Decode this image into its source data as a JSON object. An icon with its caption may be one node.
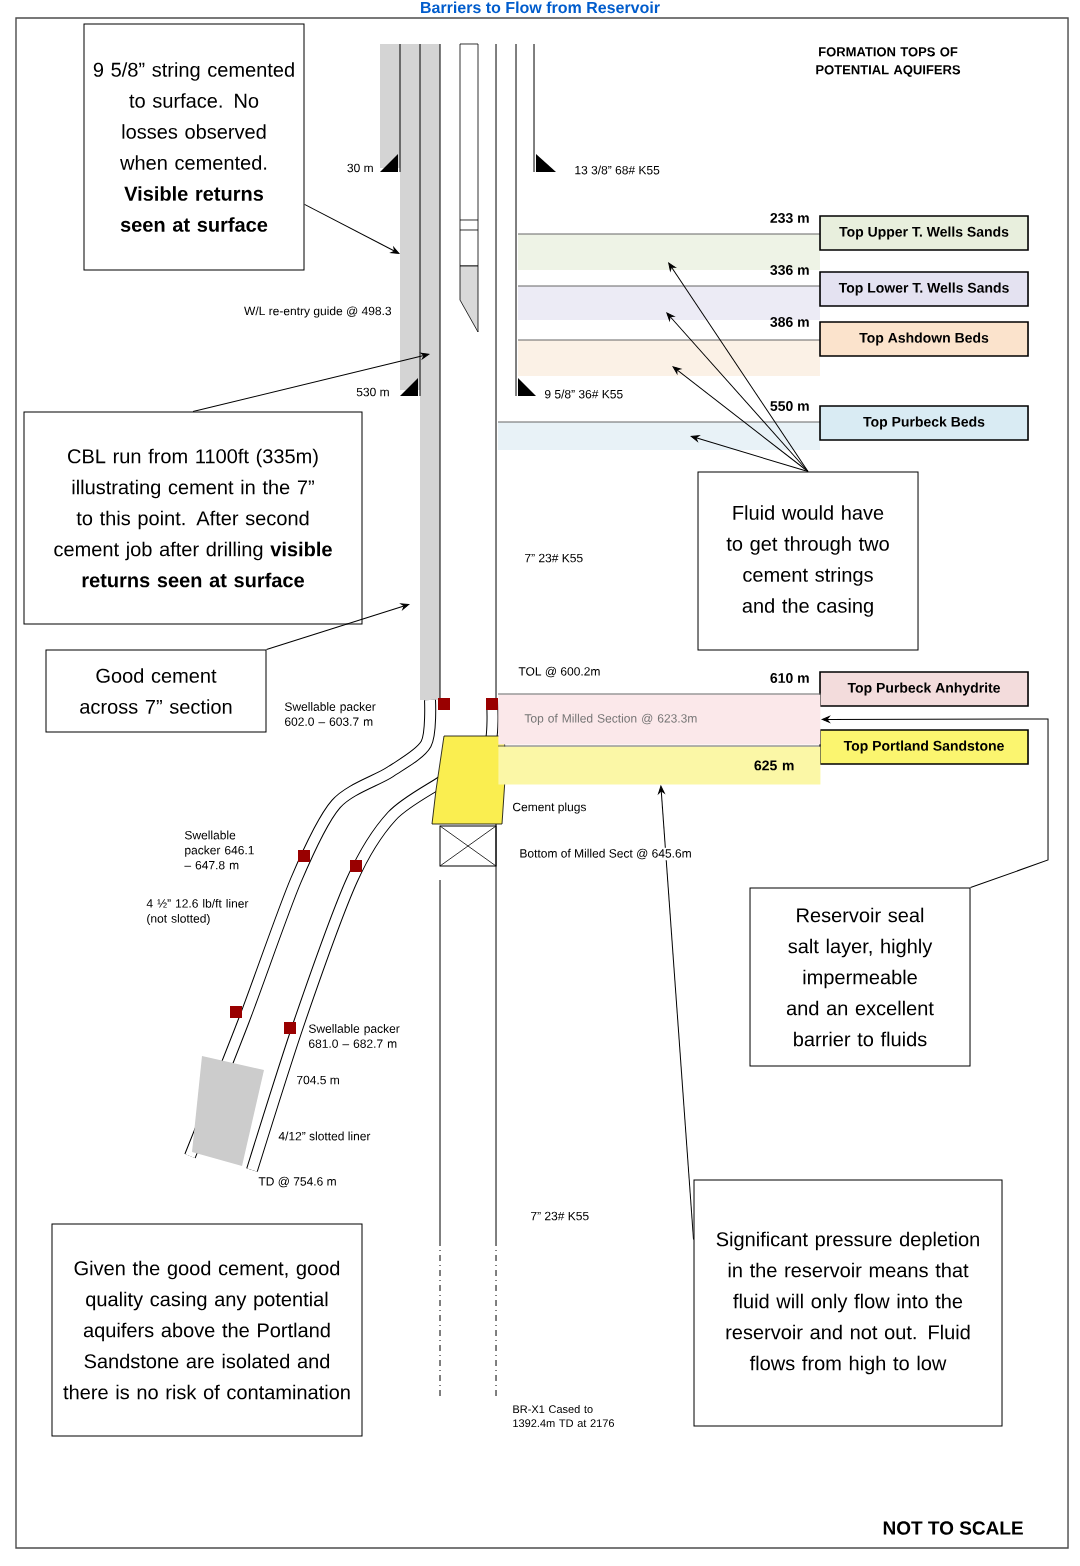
{
  "diagram": {
    "title": "Barriers to Flow from Reservoir",
    "nodes": [
      {
        "text": [
          "9 5/8” string cemented to surface. No losses observed when cemented. **Visible returns seen at surface**"
        ]
      },
      {
        "text": [
          "CBL run from 1100ft (335m) illustrating cement in the 7” to this point. After second cement job after drilling **visible returns seen at surface**"
        ]
      },
      {
        "text": [
          "Good cement across 7” section"
        ]
      },
      {
        "text": [
          "Fluid would have to get through two cement strings and the casing"
        ]
      },
      {
        "text": [
          "Reservoir seal salt layer, highly impermeable and an excellent barrier to fluids"
        ]
      },
      {
        "text": [
          "Significant pressure depletion in the reservoir means that fluid will only flow into the reservoir and not out. Fluid flows from high to low"
        ]
      },
      {
        "text": [
          "Given the good cement, good quality casing any potential aquifers above the Portland Sandstone are isolated and there is no risk of contamination"
        ]
      },
      {
        "text": [
          "Top Upper T. Wells Sands"
        ]
      },
      {
        "text": [
          "Top Lower T. Wells Sands"
        ]
      },
      {
        "text": [
          "Top Ashdown Beds"
        ]
      },
      {
        "text": [
          "Top Purbeck Beds"
        ]
      },
      {
        "text": [
          "Top Purbeck Anhydrite"
        ]
      },
      {
        "text": [
          "Top Portland Sandstone"
        ]
      },
      {
        "text": [
          "Top of Milled Section @ 623.3m"
        ]
      },
      {
        "text": [
          "625 m"
        ]
      }
    ],
    "edges": [
      {
        "from": 0,
        "to": null,
        "arrow": "to"
      },
      {
        "from": 1,
        "to": null,
        "arrow": "to"
      },
      {
        "from": 2,
        "to": null,
        "arrow": "to"
      },
      {
        "from": 3,
        "to": null,
        "arrow": "to"
      },
      {
        "from": 3,
        "to": null,
        "arrow": "to"
      },
      {
        "from": 3,
        "to": null,
        "arrow": "to"
      },
      {
        "from": 3,
        "to": null,
        "arrow": "to"
      },
      {
        "from": 4,
        "to": 13,
        "arrow": "to"
      },
      {
        "from": 5,
        "to": 14,
        "arrow": "to"
      }
    ],
    "labels": [
      "FORMATION TOPS OF POTENTIAL AQUIFERS",
      "30 m",
      "13 3/8” 68# K55",
      "W/L re-entry guide @ 498.3",
      "530 m",
      "9 5/8” 36# K55",
      "7” 23# K55",
      "TOL @ 600.2m",
      "Swellable packer 602.0 – 603.7 m",
      "Cement plugs",
      "Bottom of Milled Sect @ 645.6m",
      "Swellable packer 646.1 – 647.8 m",
      "4 ½” 12.6 lb/ft liner (not slotted)",
      "Swellable packer 681.0 – 682.7 m",
      "704.5 m",
      "4/12” slotted liner",
      "TD @ 754.6 m",
      "7” 23# K55",
      "BR-X1 Cased to 1392.4m TD at 2176",
      "NOT TO SCALE",
      "233 m",
      "336 m",
      "386 m",
      "550 m",
      "610 m"
    ]
  }
}
